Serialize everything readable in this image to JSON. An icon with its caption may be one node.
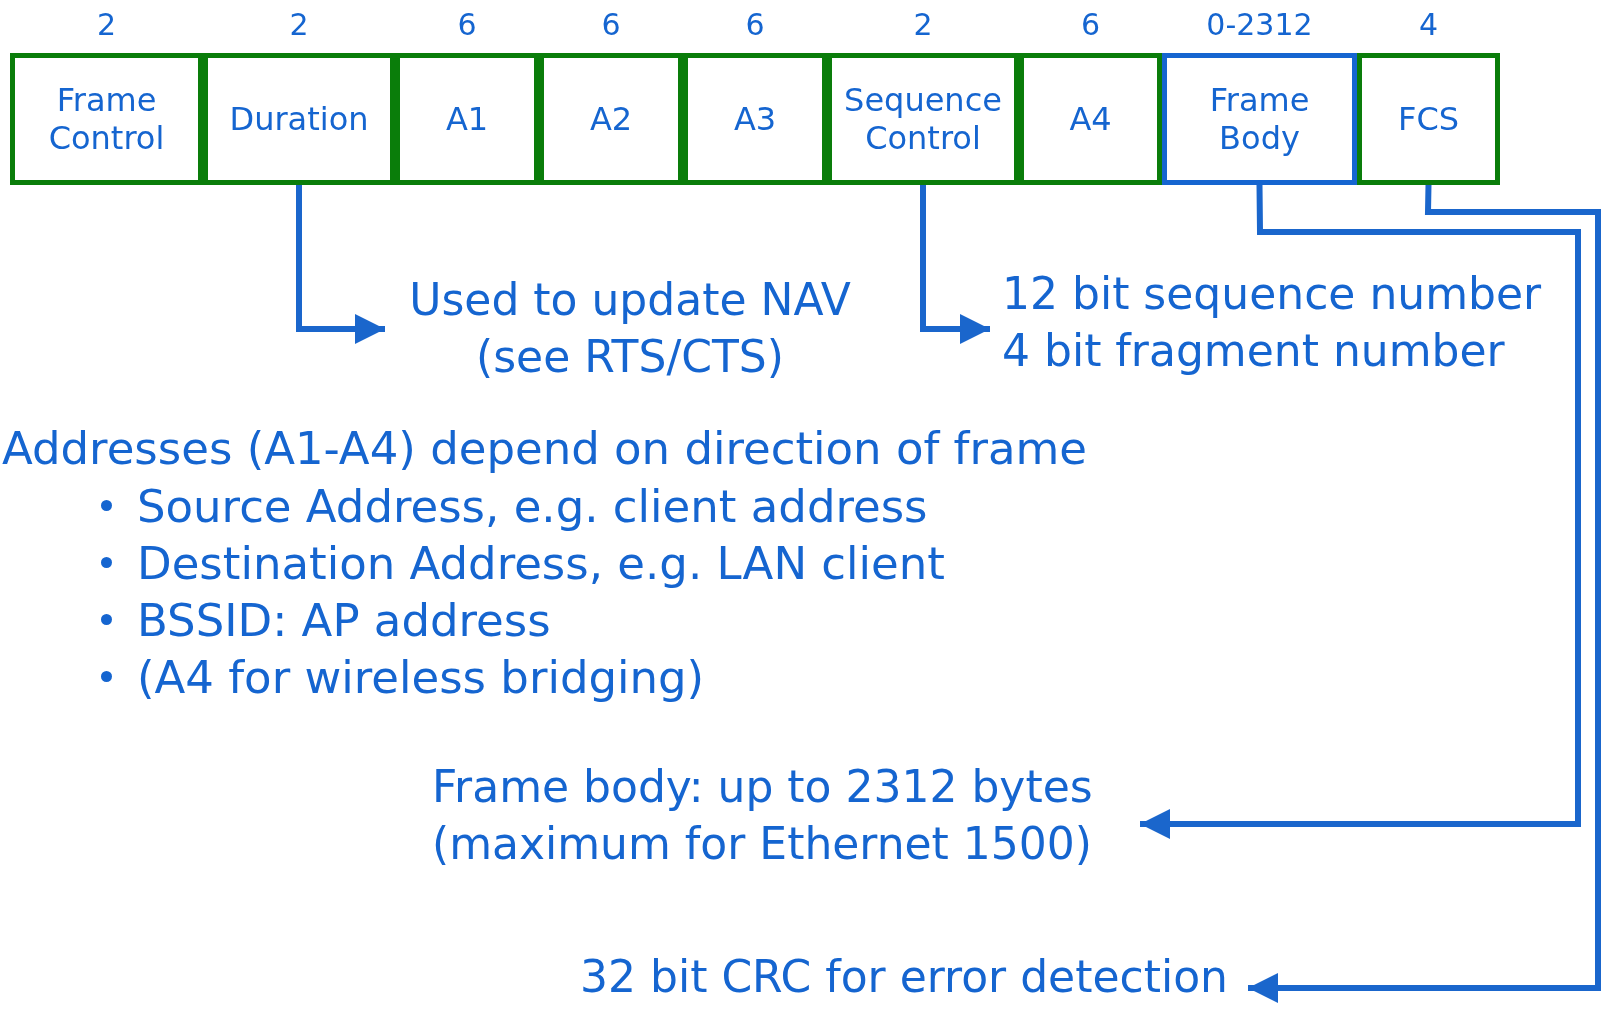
{
  "diagram": {
    "nodes": [
      {
        "text": [
          "Frame Control"
        ],
        "beside": [
          "2"
        ]
      },
      {
        "text": [
          "Duration"
        ],
        "beside": [
          "2"
        ]
      },
      {
        "text": [
          "A1"
        ],
        "beside": [
          "6"
        ]
      },
      {
        "text": [
          "A2"
        ],
        "beside": [
          "6"
        ]
      },
      {
        "text": [
          "A3"
        ],
        "beside": [
          "6"
        ]
      },
      {
        "text": [
          "Sequence Control"
        ],
        "beside": [
          "2"
        ]
      },
      {
        "text": [
          "A4"
        ],
        "beside": [
          "6"
        ]
      },
      {
        "text": [
          "Frame Body"
        ],
        "beside": [
          "0-2312"
        ]
      },
      {
        "text": [
          "FCS"
        ],
        "beside": [
          "4"
        ]
      },
      {
        "text": [
          "Used to update NAV (see RTS/CTS)"
        ]
      },
      {
        "text": [
          "12 bit sequence number 4 bit fragment number"
        ]
      },
      {
        "text": [
          "Frame body: up to 2312 bytes (maximum for Ethernet 1500)"
        ]
      },
      {
        "text": [
          "32 bit CRC for error detection"
        ]
      }
    ],
    "edges": [
      {
        "from": 1,
        "to": 9,
        "arrow": "to"
      },
      {
        "from": 5,
        "to": 10,
        "arrow": "to"
      },
      {
        "from": 7,
        "to": 11,
        "arrow": "to"
      },
      {
        "from": 8,
        "to": 12,
        "arrow": "to"
      }
    ],
    "labels": [
      "Addresses (A1-A4) depend on direction of frame",
      "Source Address, e.g. client address",
      "Destination Address, e.g. LAN client",
      "BSSID:  AP address",
      "(A4 for wireless bridging)"
    ]
  }
}
